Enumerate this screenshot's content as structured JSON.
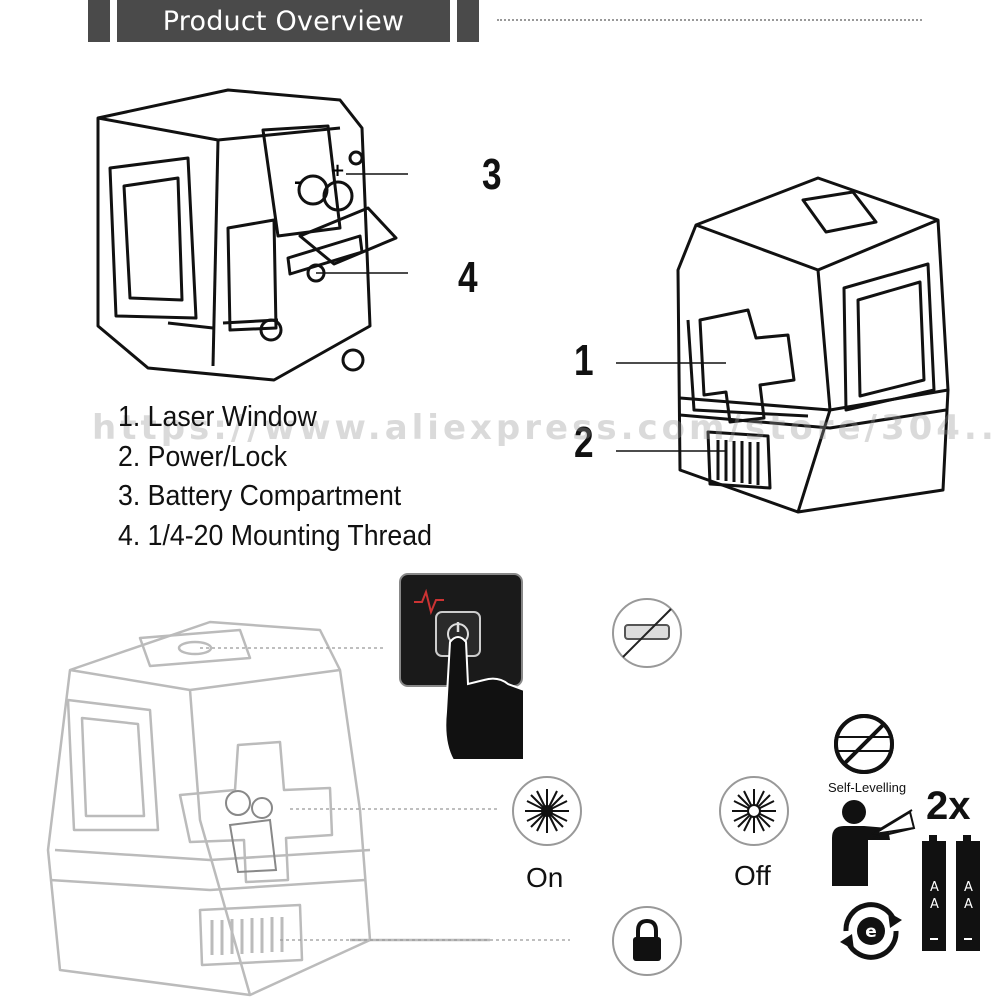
{
  "header": {
    "title": "Product Overview"
  },
  "callouts": {
    "c1": "1",
    "c2": "2",
    "c3": "3",
    "c4": "4"
  },
  "parts": [
    "1. Laser Window",
    "2. Power/Lock",
    "3. Battery Compartment",
    "4. 1/4-20 Mounting Thread"
  ],
  "watermark": "https://www.aliexpress.com/store/304...",
  "modes": {
    "on": "On",
    "off": "Off"
  },
  "features": {
    "self_levelling": "Self-Levelling",
    "battery_count": "2x",
    "battery_type": "AA"
  },
  "icons": [
    "power-button-icon",
    "no-tilt-icon",
    "laser-on-icon",
    "laser-off-icon",
    "lock-icon",
    "self-levelling-icon",
    "user-icon",
    "eco-icon",
    "aa-battery-icon"
  ]
}
